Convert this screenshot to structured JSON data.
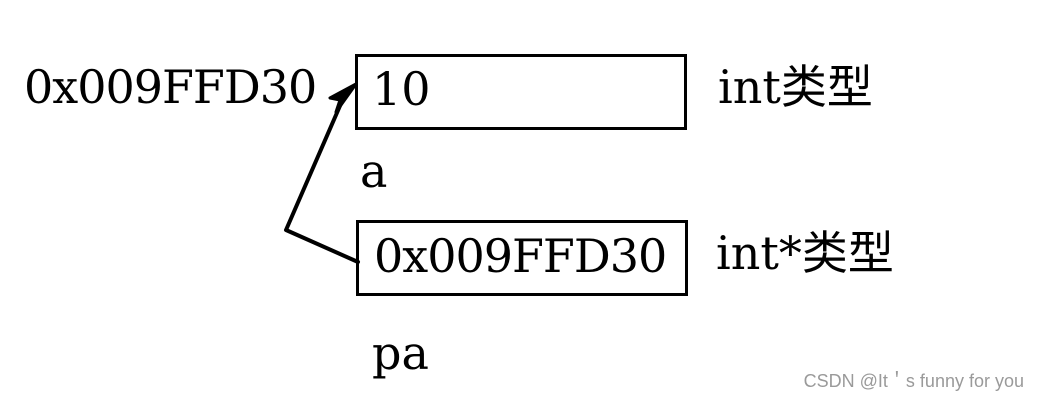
{
  "variable_a": {
    "address": "0x009FFD30",
    "value": "10",
    "name": "a",
    "type": "int类型"
  },
  "variable_pa": {
    "value": "0x009FFD30",
    "name": "pa",
    "type": "int*类型"
  },
  "watermark": "CSDN @It＇s funny for you",
  "colors": {
    "ink": "#000000",
    "watermark": "#9a9a9a",
    "background": "#ffffff"
  }
}
